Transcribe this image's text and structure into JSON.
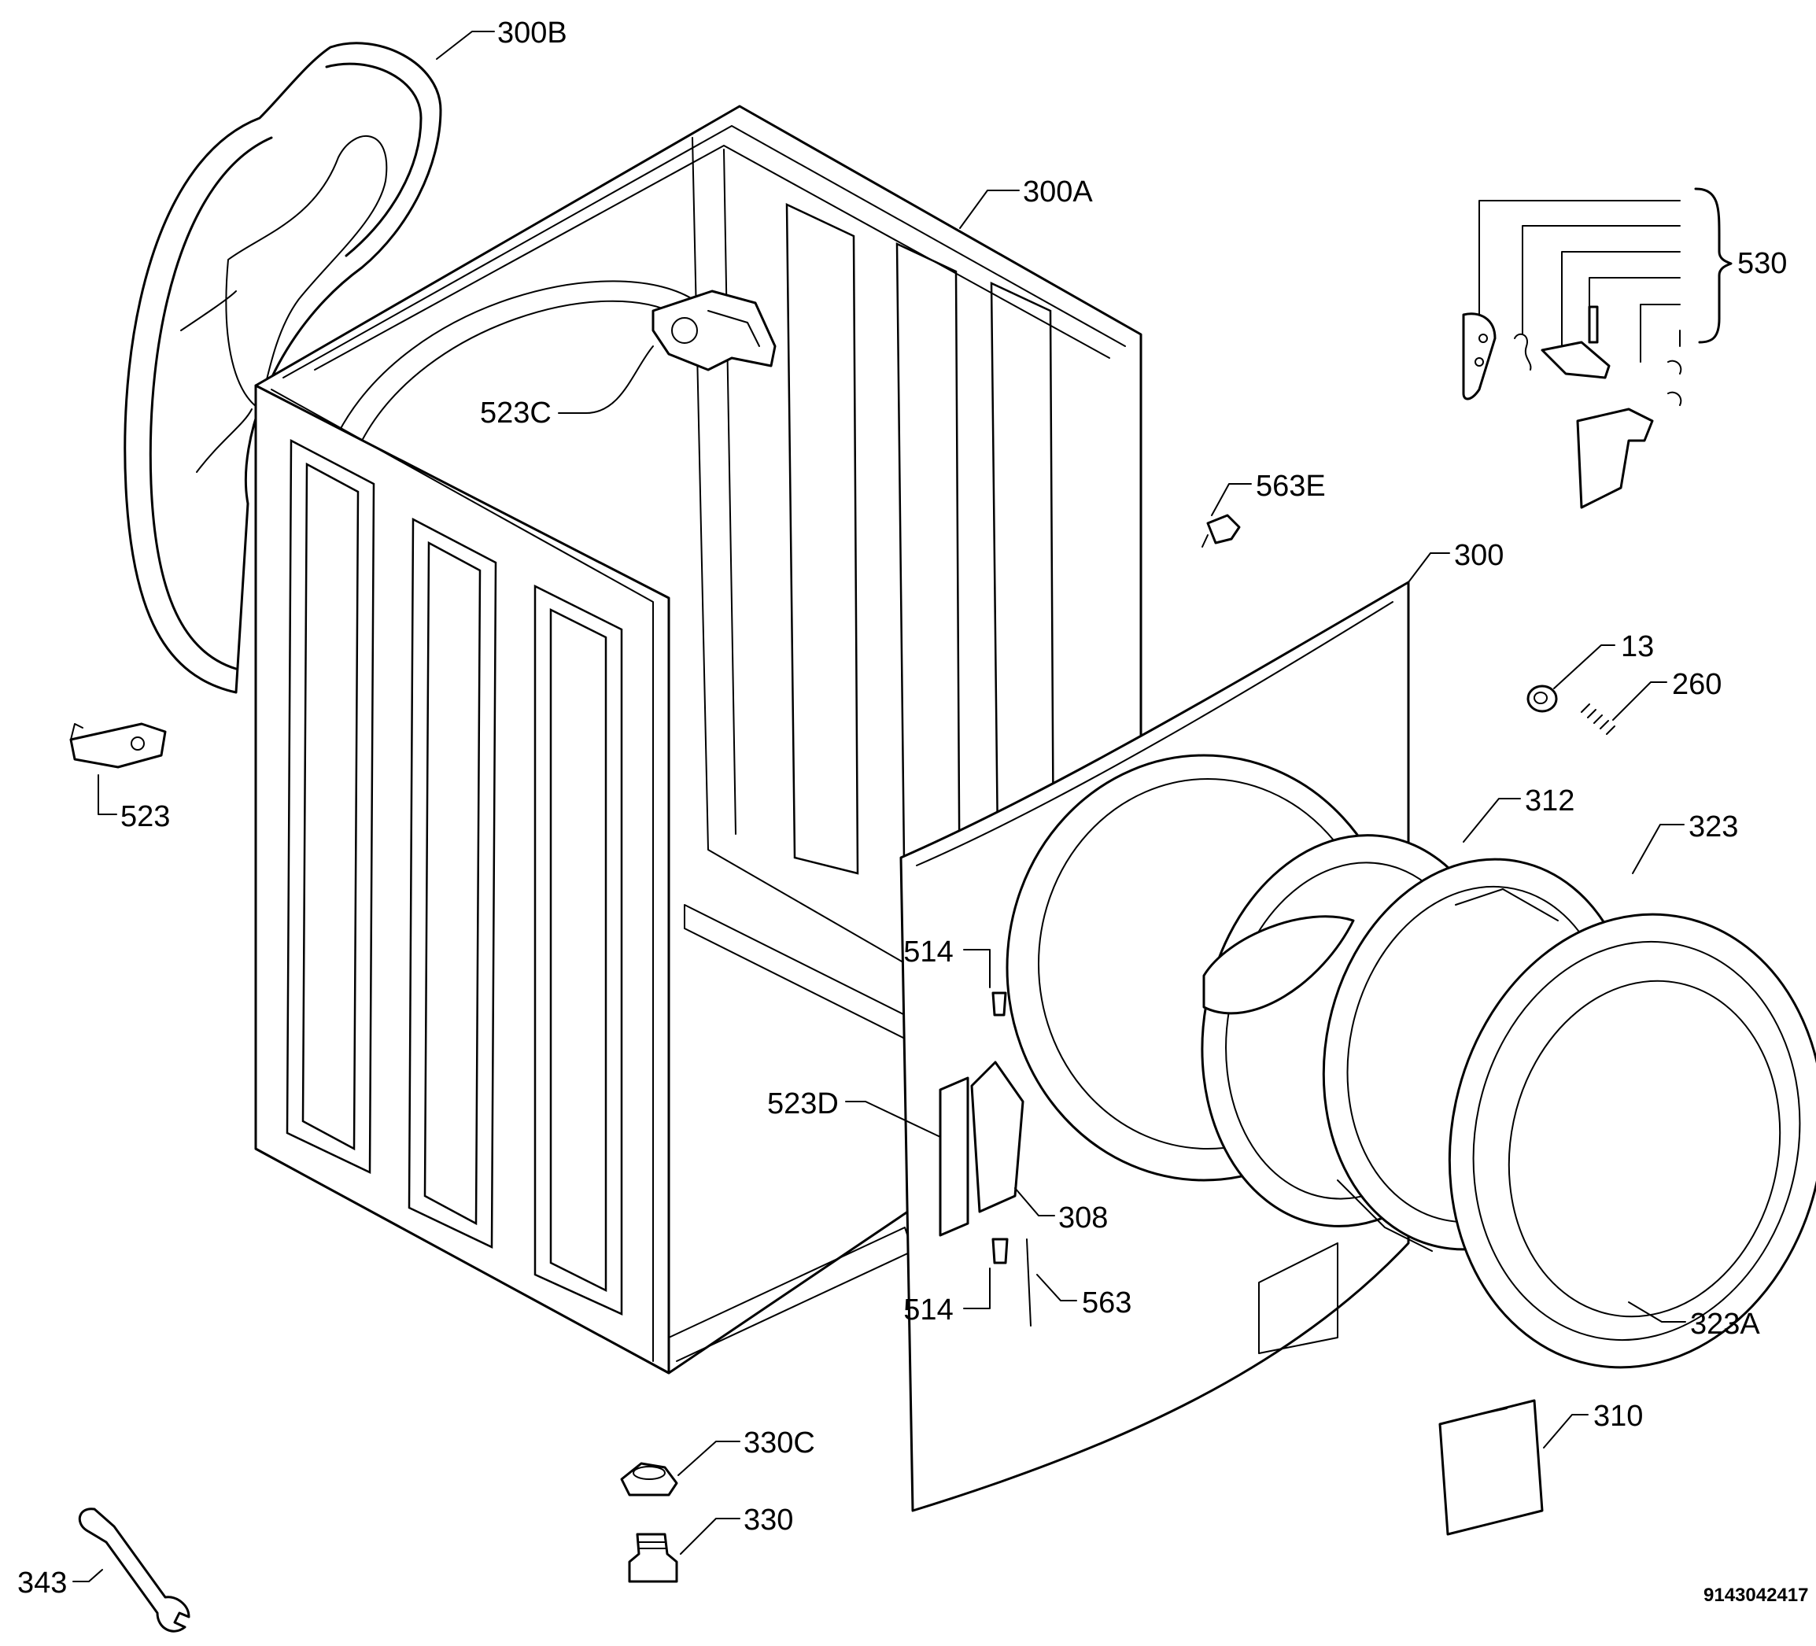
{
  "diagram_code": "9143042417",
  "labels": {
    "p300B": "300B",
    "p300A": "300A",
    "p530": "530",
    "p523C": "523C",
    "p563E": "563E",
    "p300": "300",
    "p13": "13",
    "p260": "260",
    "p523": "523",
    "p312": "312",
    "p323": "323",
    "p514a": "514",
    "p523D": "523D",
    "p308": "308",
    "p514b": "514",
    "p563": "563",
    "p323A": "323A",
    "p310": "310",
    "p330C": "330C",
    "p330": "330",
    "p343": "343"
  }
}
